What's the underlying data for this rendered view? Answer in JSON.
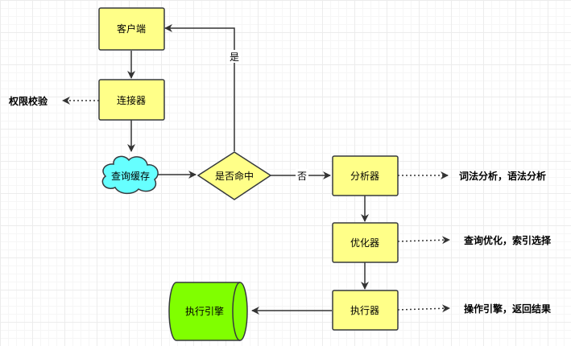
{
  "nodes": {
    "client": "客户端",
    "connector": "连接器",
    "query_cache": "查询缓存",
    "cache_hit": "是否命中",
    "analyzer": "分析器",
    "optimizer": "优化器",
    "executor": "执行器",
    "storage_engine": "执行引擎"
  },
  "notes": {
    "permission_check": "权限校验",
    "analyzer_note": "词法分析，语法分析",
    "optimizer_note": "查询优化，索引选择",
    "executor_note": "操作引擎，返回结果"
  },
  "edge_labels": {
    "yes": "是",
    "no": "否"
  },
  "colors": {
    "process_fill": "#ffff88",
    "process_stroke": "#36393d",
    "cloud_fill": "#66ffff",
    "cylinder_fill": "#80ff00",
    "line": "#333333"
  }
}
